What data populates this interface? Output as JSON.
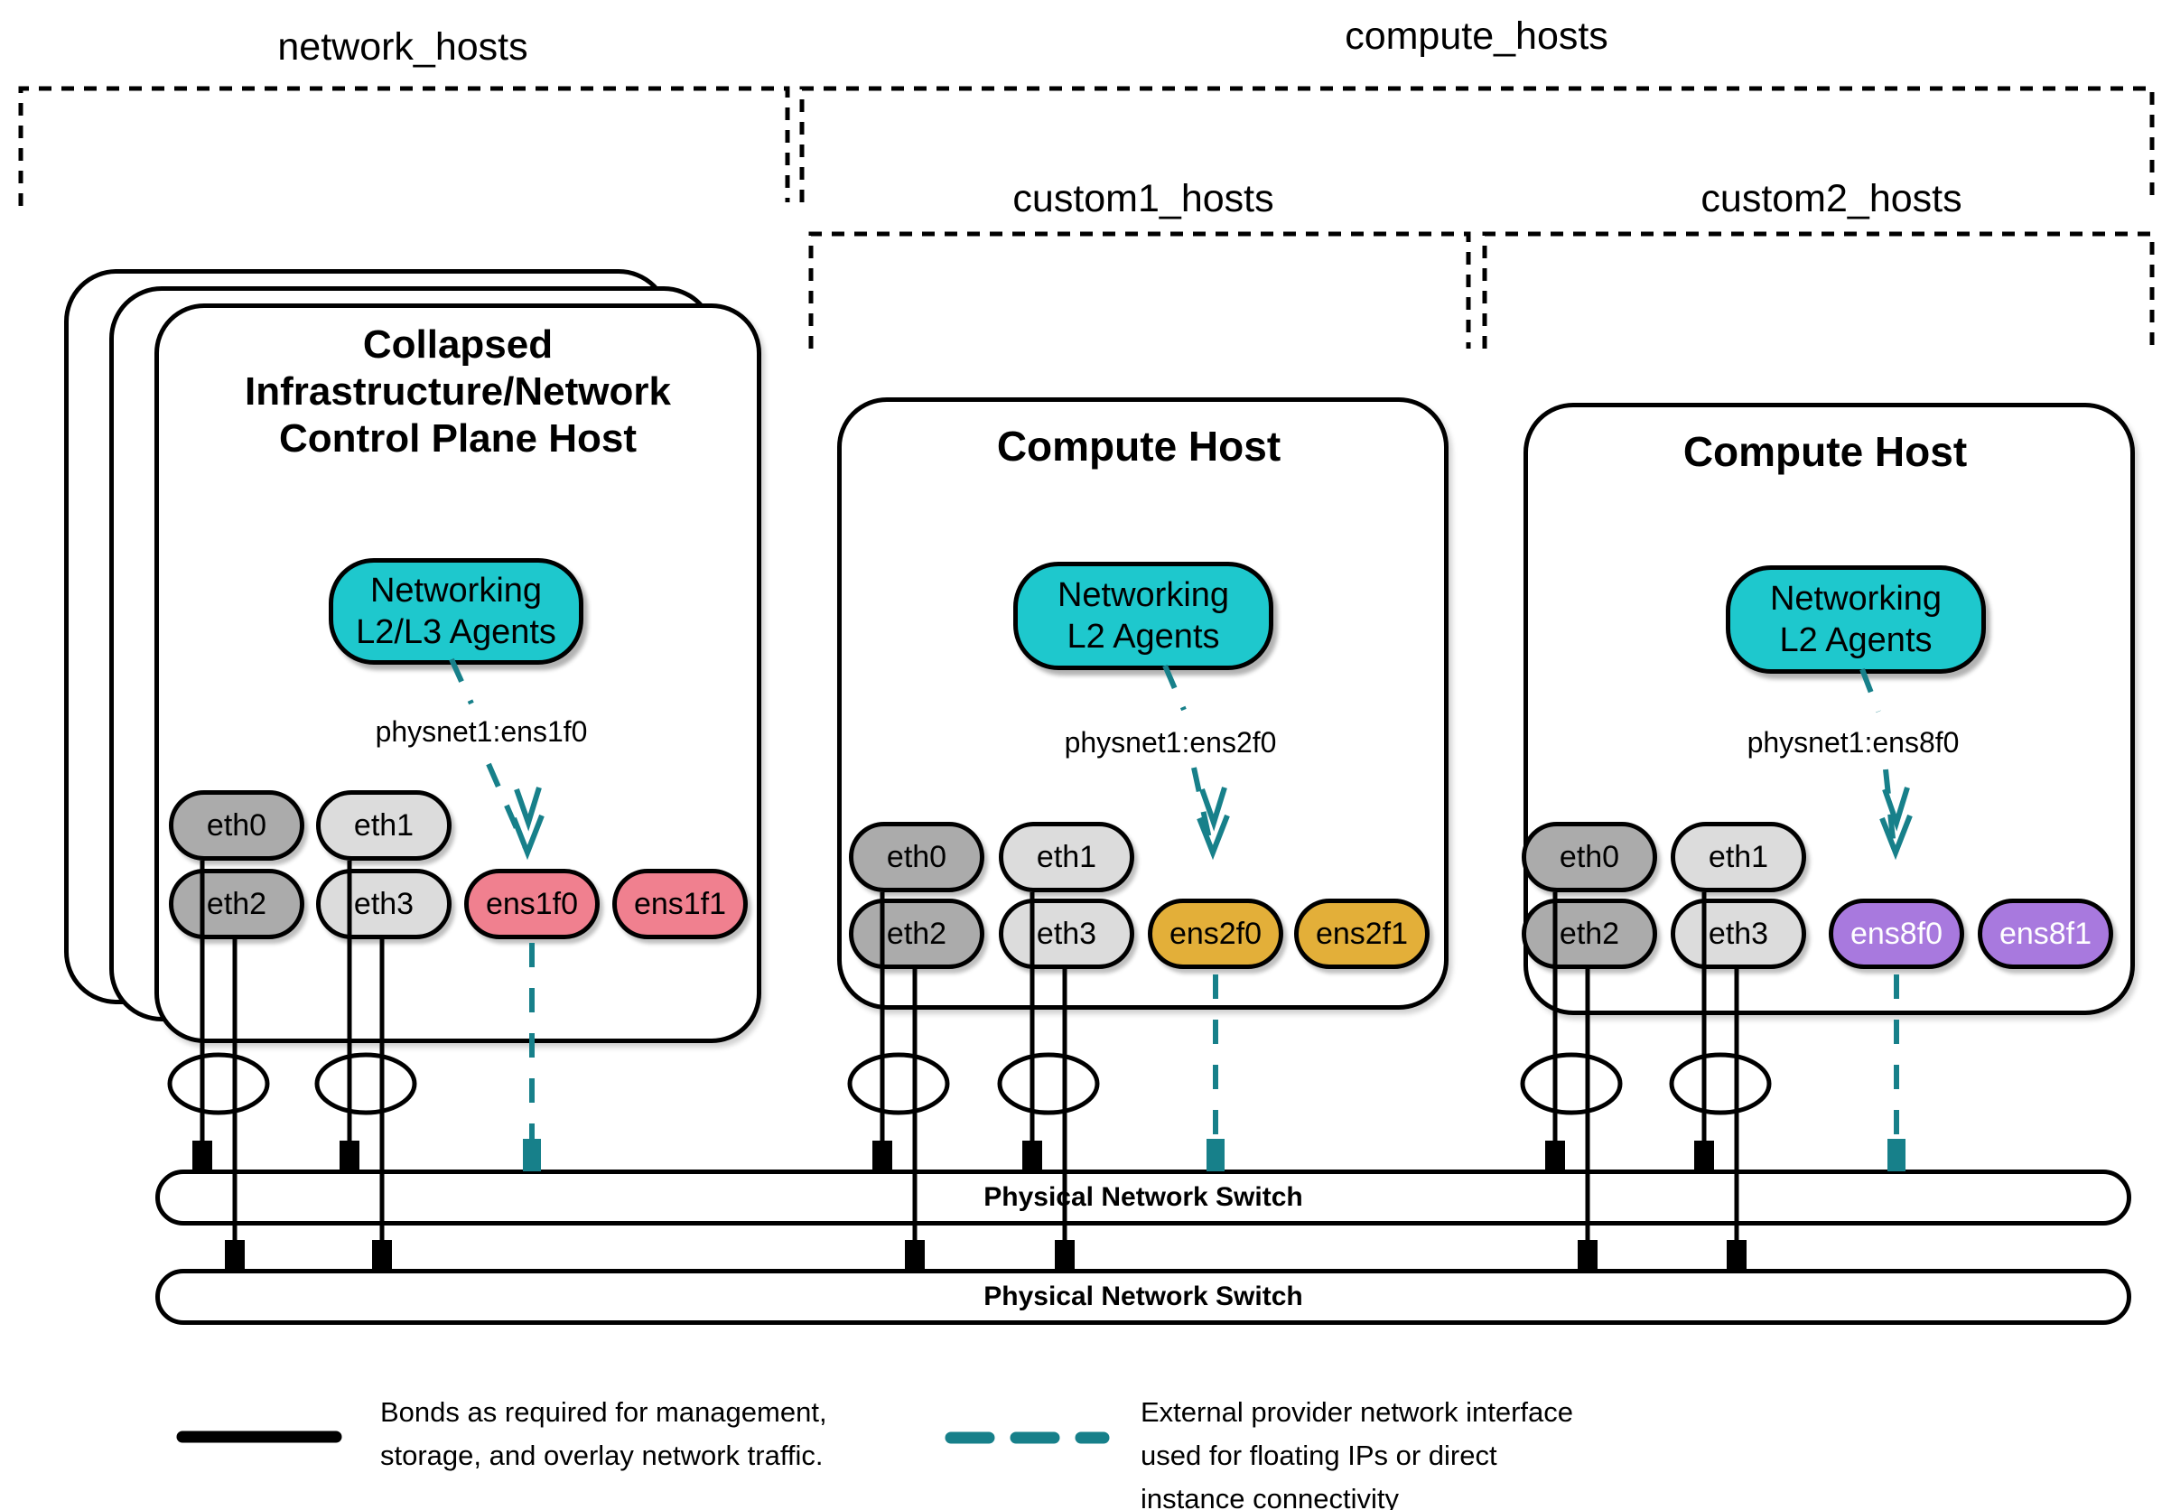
{
  "groups": {
    "network_hosts": {
      "label": "network_hosts"
    },
    "compute_hosts": {
      "label": "compute_hosts"
    },
    "custom1_hosts": {
      "label": "custom1_hosts"
    },
    "custom2_hosts": {
      "label": "custom2_hosts"
    }
  },
  "hosts": [
    {
      "title": "Collapsed\nInfrastructure/Network\nControl Plane Host",
      "agent_label": "Networking\nL2/L3 Agents",
      "physnet_label": "physnet1:ens1f0",
      "nics": [
        "eth0",
        "eth1",
        "eth2",
        "eth3",
        "ens1f0",
        "ens1f1"
      ],
      "provider_color": "#F0808F"
    },
    {
      "title": "Compute Host",
      "agent_label": "Networking\nL2 Agents",
      "physnet_label": "physnet1:ens2f0",
      "nics": [
        "eth0",
        "eth1",
        "eth2",
        "eth3",
        "ens2f0",
        "ens2f1"
      ],
      "provider_color": "#E3AF39"
    },
    {
      "title": "Compute Host",
      "agent_label": "Networking\nL2 Agents",
      "physnet_label": "physnet1:ens8f0",
      "nics": [
        "eth0",
        "eth1",
        "eth2",
        "eth3",
        "ens8f0",
        "ens8f1"
      ],
      "provider_color": "#A879DE"
    }
  ],
  "switches": [
    {
      "label": "Physical Network Switch"
    },
    {
      "label": "Physical Network Switch"
    }
  ],
  "legend": {
    "bond_text": "Bonds as required for management,\nstorage, and overlay network traffic.",
    "external_text": "External provider network interface\nused for floating IPs or direct\ninstance connectivity"
  },
  "colors": {
    "agent_teal": "#1EC8CD",
    "provider_arrow_teal": "#17808A",
    "nic_gray_dark": "#ABABAB",
    "nic_gray_light": "#DCDCDC",
    "provider_pink": "#F0808F",
    "provider_gold": "#E3AF39",
    "provider_purple": "#A879DE",
    "stroke": "#000000"
  }
}
